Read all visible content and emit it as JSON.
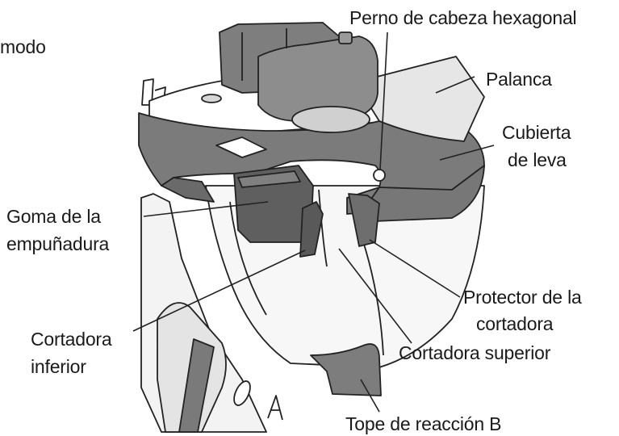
{
  "labels": {
    "partial_text": "modo",
    "hex_bolt": "Perno de cabeza hexagonal",
    "lever": "Palanca",
    "cam_cover_line1": "Cubierta",
    "cam_cover_line2": "de leva",
    "grip_rubber_line1": "Goma de la",
    "grip_rubber_line2": "empuñadura",
    "cutter_guard_line1": "Protector de la",
    "cutter_guard_line2": "cortadora",
    "lower_cutter_line1": "Cortadora",
    "lower_cutter_line2": "inferior",
    "upper_cutter": "Cortadora superior",
    "reaction_stopper": "Tope de reacción B"
  },
  "colors": {
    "dark_gray": "#6f6f6f",
    "mid_gray": "#8c8c8c",
    "light_gray": "#bfbfbf",
    "pale_gray": "#d9d9d9",
    "outline": "#222222"
  }
}
